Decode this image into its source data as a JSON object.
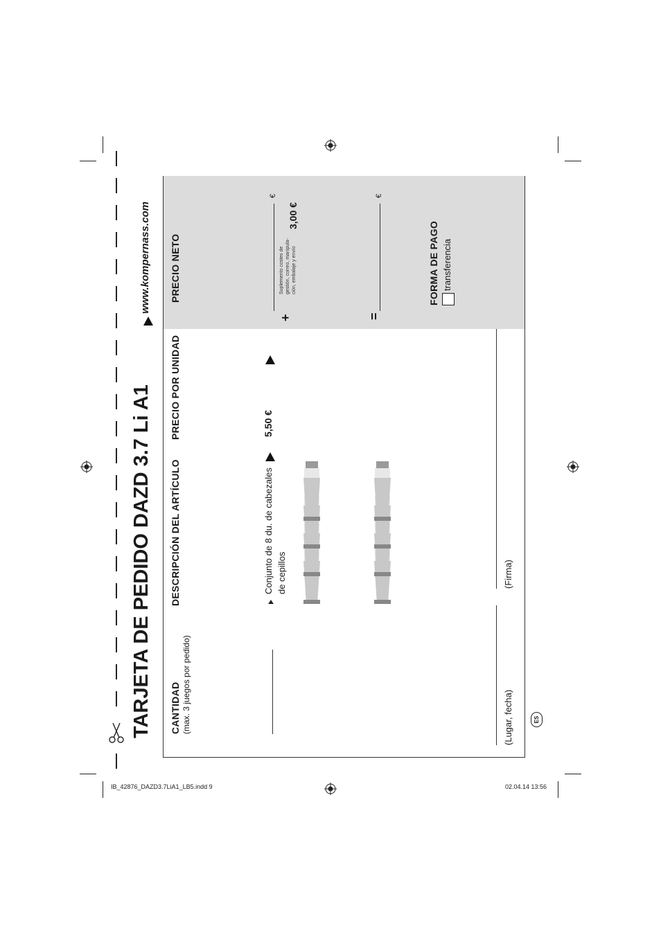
{
  "title": "TARJETA DE PEDIDO DAZD 3.7 Li A1",
  "website": "www.kompernass.com",
  "columns": {
    "quantity": "CANTIDAD",
    "quantity_note": "(max. 3 juegos por pedido)",
    "description": "DESCRIPCIÓN DEL ARTÍCULO",
    "unit_price": "PRECIO POR UNIDAD",
    "net_price": "PRECIO NETO"
  },
  "item": {
    "description_line1": "Conjunto de 8 du. de cabezales",
    "description_line2": "de cepillos",
    "unit_price": "5,50 €"
  },
  "surcharge": {
    "plus": "+",
    "note_line1": "Suplemento costes de",
    "note_line2": "gestión, correo, manipula-",
    "note_line3": "ción, embalaje y envío",
    "amount": "3,00 €",
    "currency": "€"
  },
  "total": {
    "equals": "=",
    "currency": "€"
  },
  "payment": {
    "heading": "FORMA DE PAGO",
    "option": "transferencia"
  },
  "signature": {
    "place_date": "(Lugar, fecha)",
    "signature": "(Firma)"
  },
  "language_badge": "ES",
  "footer": {
    "file": "IB_42876_DAZD3.7LiA1_LB5.indd   9",
    "datetime": "02.04.14   13:56"
  },
  "colors": {
    "panel_gray": "#dcdcdc",
    "ink": "#1a1a1a"
  }
}
